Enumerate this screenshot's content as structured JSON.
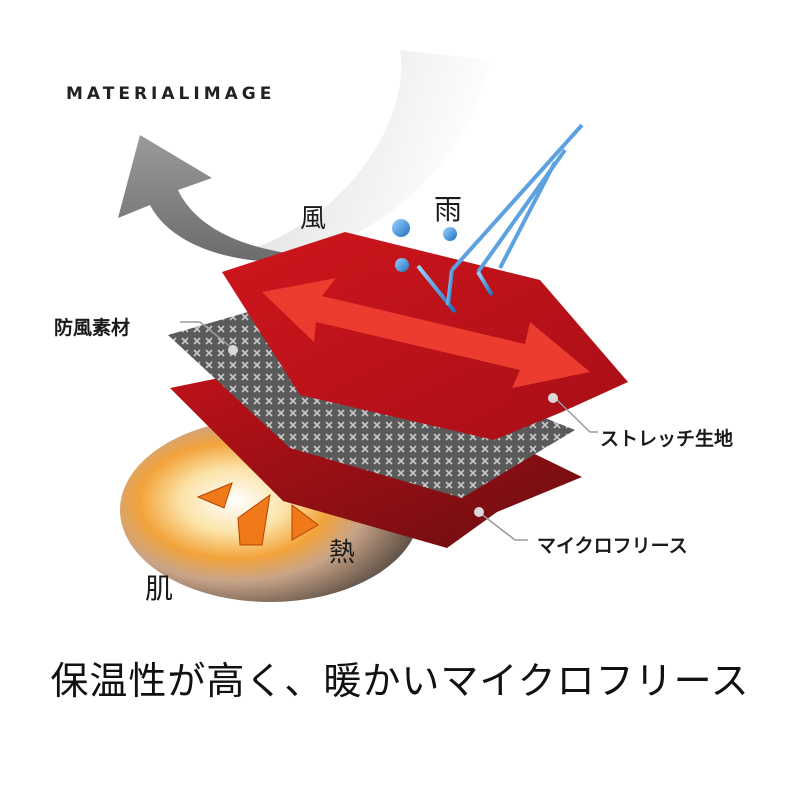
{
  "brand": "MATERIALIMAGE",
  "labels": {
    "wind": "風",
    "rain": "雨",
    "windproof_material": "防風素材",
    "stretch_fabric": "ストレッチ生地",
    "microfleece": "マイクロフリース",
    "heat": "熱",
    "skin": "肌"
  },
  "caption": "保温性が高く、暖かいマイクロフリース",
  "colors": {
    "outer_layer": "#c0121a",
    "stretch_arrow": "#e8332a",
    "membrane": "#555555",
    "heat_orange": "#f08a1e",
    "skin_glow": "#f6d9b8",
    "rain": "#3aa0e0"
  }
}
